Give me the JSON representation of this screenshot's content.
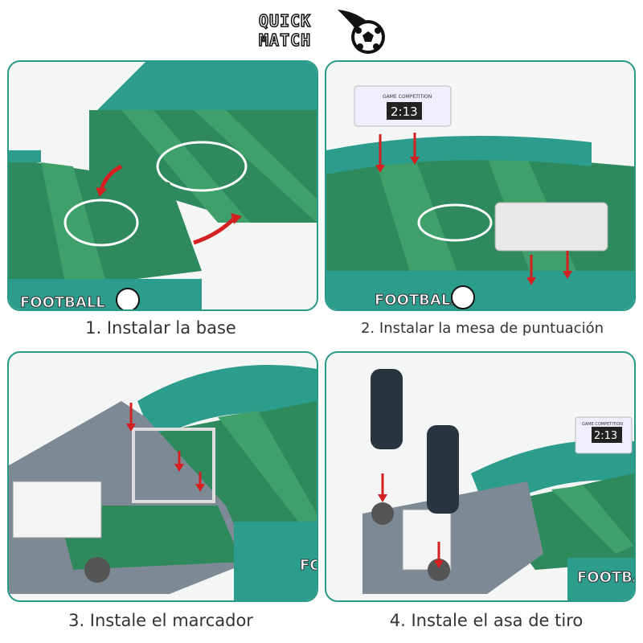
{
  "logo": {
    "line1": "QUICK",
    "line2": "MATCH",
    "icon": "soccer-ball-flame-icon"
  },
  "steps": [
    {
      "caption": "1. Instalar la base",
      "label": "FOOTBALL"
    },
    {
      "caption": "2. Instalar la mesa de puntuación",
      "label": "FOOTBALL",
      "score": "2:13",
      "scoreboard_title": "GAME COMPETITION"
    },
    {
      "caption": "3. Instale el marcador",
      "label": "FOOTBALL"
    },
    {
      "caption": "4. Instale el asa de tiro",
      "label": "FOOTBALL",
      "score": "2:13",
      "scoreboard_title": "GAME COMPETITION"
    }
  ],
  "colors": {
    "pitch": "#2e8a5c",
    "pitch_light": "#3fa06c",
    "wall": "#2c9c8c",
    "frame": "#7d8a96",
    "arrow": "#d42020",
    "border": "#2a9a88"
  }
}
